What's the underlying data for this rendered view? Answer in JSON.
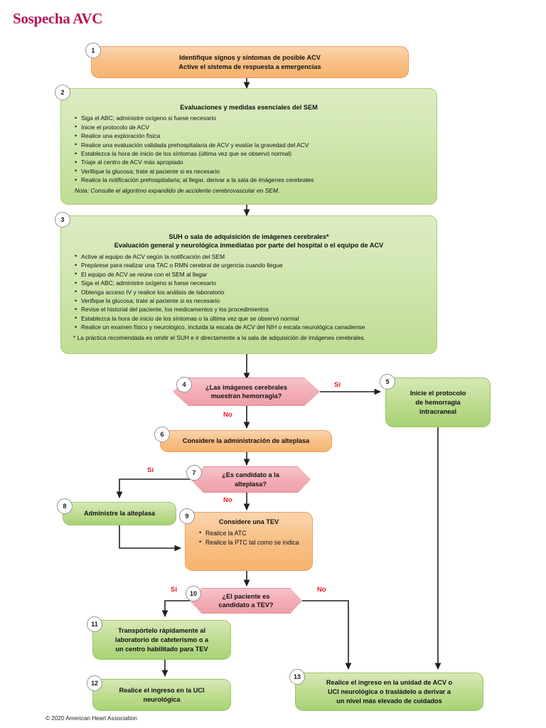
{
  "document": {
    "title": "Sospecha AVC",
    "copyright": "© 2020 American Heart Association",
    "accent_title_color": "#b4145a",
    "decision_label_color": "#e01b24",
    "orange_box_color": "#f8c189",
    "green_box_color": "#bcdc8e",
    "diamond_color": "#f3aeb6"
  },
  "chart_data": {
    "type": "diagram",
    "title": "Sospecha AVC"
  },
  "nodes": {
    "n1": {
      "number": "1",
      "shape": "rounded-rect",
      "color": "orange",
      "lines": [
        "Identifique signos y síntomas de posible ACV",
        "Active el sistema de respuesta a emergencias"
      ]
    },
    "n2": {
      "number": "2",
      "shape": "rounded-rect",
      "color": "green",
      "heading": "Evaluaciones y medidas esenciales del SEM",
      "bullets": [
        "Siga el ABC; administre oxígeno si fuese necesario",
        "Inicie el protocolo de ACV",
        "Realice una exploración física",
        "Realice una evaluación validada prehospitalaria de ACV y evalúe la gravedad del ACV",
        "Establezca la hora de inicio de los síntomas (última vez que se observó normal)",
        "Triaje al centro de ACV más apropiado",
        "Verifique la glucosa; trate al paciente si es necesario",
        "Realice la notificación prehospitalaria; al llegar, derivar a la sala de imágenes cerebrales"
      ],
      "note": "Nota: Consulte el algoritmo expandido de accidente cerebrovascular en SEM."
    },
    "n3": {
      "number": "3",
      "shape": "rounded-rect",
      "color": "green",
      "heading_line1": "SUH o sala de adquisición de imágenes cerebrales*",
      "heading_line2": "Evaluación general y neurológica inmediatas por parte del hospital o el equipo de ACV",
      "bullets": [
        "Active al equipo de ACV según la notificación del SEM",
        "Prepárese para realizar una TAC o RMN cerebral de urgencia cuando llegue",
        "El equipo de ACV se reúne con el SEM al llegar",
        "Siga el ABC; administre oxígeno si fuese necesario",
        "Obtenga acceso IV y realice los análisis de laboratorio",
        "Verifique la glucosa; trate al paciente si es necesario",
        "Revise el historial del paciente, los medicamentos y los procedimientos",
        "Establezca la hora de inicio de los síntomas o la última vez que se observó normal",
        "Realice un examen físico y neurológico, incluida la escala de ACV del NIH o escala neurológica canadiense"
      ],
      "footnote": "* La práctica recomendada es omitir el SUH e ir directamente a la sala de adquisición de imágenes cerebrales."
    },
    "n4": {
      "number": "4",
      "shape": "diamond",
      "color": "red",
      "lines": [
        "¿Las imágenes cerebrales",
        "muestran hemorragia?"
      ]
    },
    "n5": {
      "number": "5",
      "shape": "rounded-rect",
      "color": "green",
      "lines": [
        "Inicie el protocolo",
        "de hemorragia",
        "intracraneal"
      ]
    },
    "n6": {
      "number": "6",
      "shape": "rounded-rect",
      "color": "orange",
      "lines": [
        "Considere la administración de alteplasa"
      ]
    },
    "n7": {
      "number": "7",
      "shape": "diamond",
      "color": "red",
      "lines": [
        "¿Es candidato a la",
        "alteplasa?"
      ]
    },
    "n8": {
      "number": "8",
      "shape": "rounded-rect",
      "color": "green",
      "lines": [
        "Administre la alteplasa"
      ]
    },
    "n9": {
      "number": "9",
      "shape": "rounded-rect",
      "color": "orange",
      "heading": "Considere una TEV",
      "bullets": [
        "Realice la ATC",
        "Realice la PTC tal como se indica"
      ]
    },
    "n10": {
      "number": "10",
      "shape": "diamond",
      "color": "red",
      "lines": [
        "¿El paciente es",
        "candidato a TEV?"
      ]
    },
    "n11": {
      "number": "11",
      "shape": "rounded-rect",
      "color": "green",
      "lines": [
        "Transpórtelo rápidamente al",
        "laboratorio de cateterismo o a",
        "un centro habilitado para TEV"
      ]
    },
    "n12": {
      "number": "12",
      "shape": "rounded-rect",
      "color": "green",
      "lines": [
        "Realice el ingreso en la UCI",
        "neurológica"
      ]
    },
    "n13": {
      "number": "13",
      "shape": "rounded-rect",
      "color": "green",
      "lines": [
        "Realice el ingreso en la unidad de ACV o",
        "UCI neurológica o trasládelo a derivar a",
        "un nivel más elevado de cuidados"
      ]
    }
  },
  "edge_labels": {
    "e4_yes": "Sí",
    "e4_no": "No",
    "e7_yes": "Sí",
    "e7_no": "No",
    "e10_yes": "Sí",
    "e10_no": "No"
  }
}
